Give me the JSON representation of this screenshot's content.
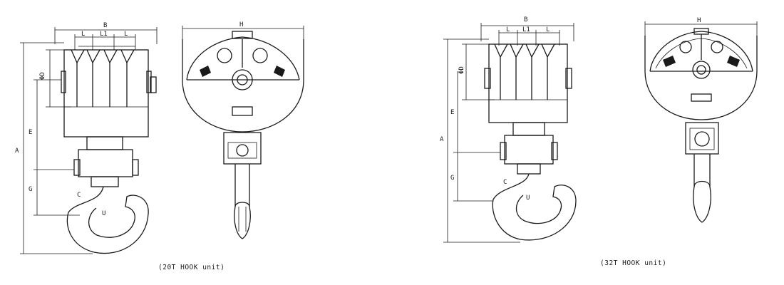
{
  "units": [
    {
      "caption": "(20T HOOK unit)",
      "side_labels": {
        "B": "B",
        "L_left": "L",
        "L1": "L1",
        "L_right": "L",
        "D": "ΦD",
        "A": "A",
        "E": "E",
        "G": "G",
        "C": "C",
        "U": "U"
      },
      "front_labels": {
        "H": "H"
      }
    },
    {
      "caption": "(32T HOOK unit)",
      "side_labels": {
        "B": "B",
        "L_left": "L",
        "L1": "L1",
        "L_right": "L",
        "D": "ΦD",
        "A": "A",
        "E": "E",
        "G": "G",
        "C": "C",
        "U": "U"
      },
      "front_labels": {
        "H": "H"
      }
    }
  ]
}
